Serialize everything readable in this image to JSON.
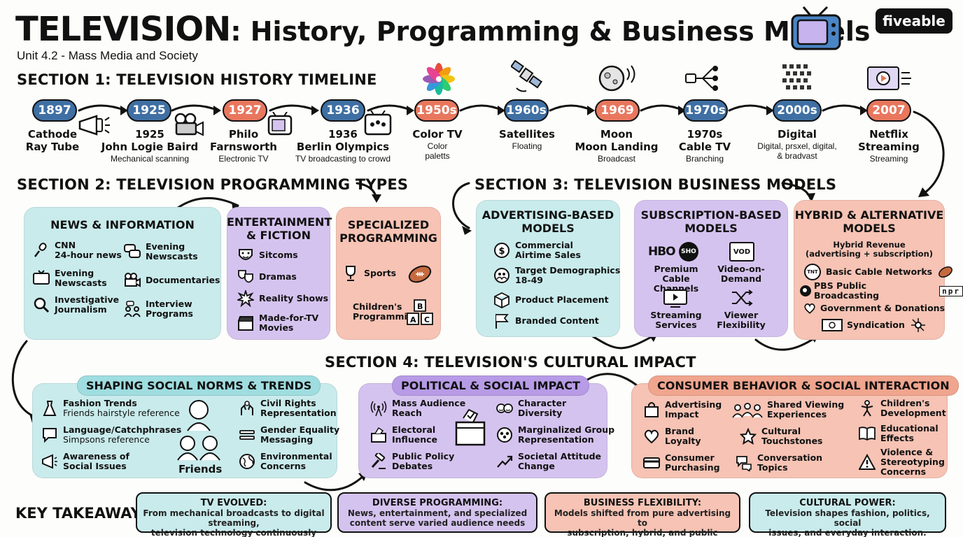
{
  "header": {
    "title_main": "TELEVISION",
    "title_rest": ": History, Programming & Business Models",
    "subtitle": "Unit 4.2 - Mass Media and Society",
    "brand": "fiveable"
  },
  "section1": {
    "heading": "SECTION 1: TELEVISION HISTORY TIMELINE",
    "timeline": [
      {
        "year": "1897",
        "title": "Cathode\nRay Tube",
        "sub": "",
        "color": "blue"
      },
      {
        "year": "1925",
        "title": "1925\nJohn Logie Baird",
        "sub": "Mechanical scanning",
        "color": "blue"
      },
      {
        "year": "1927",
        "title": "Philo\nFarnsworth",
        "sub": "Electronic TV",
        "color": "red"
      },
      {
        "year": "1936",
        "title": "1936\nBerlin Olympics",
        "sub": "TV broadcasting to crowd",
        "color": "blue"
      },
      {
        "year": "1950s",
        "title": "Color TV",
        "sub": "Color\npaletts",
        "color": "red"
      },
      {
        "year": "1960s",
        "title": "Satellites",
        "sub": "Floating",
        "color": "blue"
      },
      {
        "year": "1969",
        "title": "Moon\nMoon Landing",
        "sub": "Broadcast",
        "color": "red"
      },
      {
        "year": "1970s",
        "title": "1970s\nCable TV",
        "sub": "Branching",
        "color": "blue"
      },
      {
        "year": "2000s",
        "title": "Digital",
        "sub": "Digital, prsxel, digital,\n& bradvast",
        "color": "blue"
      },
      {
        "year": "2007",
        "title": "Netflix\nStreaming",
        "sub": "Streaming",
        "color": "red"
      }
    ]
  },
  "section2": {
    "heading": "SECTION 2: TELEVISION PROGRAMMING TYPES",
    "news": {
      "title": "NEWS & INFORMATION",
      "items": [
        "CNN\n24-hour news",
        "Evening\nNewscasts",
        "Evening\nNewscasts",
        "Documentaries",
        "Investigative\nJournalism",
        "Interview\nPrograms"
      ]
    },
    "entertainment": {
      "title": "ENTERTAINMENT\n& FICTION",
      "items": [
        "Sitcoms",
        "Dramas",
        "Reality Shows",
        "Made-for-TV\nMovies"
      ]
    },
    "specialized": {
      "title": "SPECIALIZED\nPROGRAMMING",
      "items": [
        "Sports",
        "Children's\nProgramming"
      ]
    }
  },
  "section3": {
    "heading": "SECTION 3: TELEVISION BUSINESS MODELS",
    "advertising": {
      "title": "ADVERTISING-BASED\nMODELS",
      "items": [
        "Commercial\nAirtime Sales",
        "Target Demographics\n18-49",
        "Product Placement",
        "Branded Content"
      ]
    },
    "subscription": {
      "title": "SUBSCRIPTION-BASED\nMODELS",
      "logos": [
        "HBO",
        "SHO",
        "VOD"
      ],
      "items": [
        "Premium Cable\nChannels",
        "Video-on-\nDemand",
        "Streaming\nServices",
        "Viewer\nFlexibility"
      ]
    },
    "hybrid": {
      "title": "HYBRID & ALTERNATIVE\nMODELS",
      "note": "Hybrid Revenue\n(advertising + subscription)",
      "items": [
        "Basic Cable Networks",
        "PBS Public Broadcasting",
        "Government & Donations",
        "Syndication"
      ],
      "logos": [
        "TNT",
        "npr"
      ]
    }
  },
  "section4": {
    "heading": "SECTION 4: TELEVISION'S CULTURAL IMPACT",
    "social": {
      "title": "SHAPING SOCIAL NORMS & TRENDS",
      "items": [
        "Fashion Trends",
        "Friends hairstyle reference",
        "Language/Catchphrases",
        "Simpsons reference",
        "Awareness of\nSocial Issues",
        "Friends",
        "Civil Rights\nRepresentation",
        "Gender Equality\nMessaging",
        "Environmental\nConcerns"
      ]
    },
    "political": {
      "title": "POLITICAL & SOCIAL IMPACT",
      "items": [
        "Mass Audience\nReach",
        "Electoral\nInfluence",
        "Public Policy\nDebates",
        "Character\nDiversity",
        "Marginalized Group\nRepresentation",
        "Societal Attitude\nChange"
      ]
    },
    "consumer": {
      "title": "CONSUMER BEHAVIOR & SOCIAL INTERACTION",
      "items": [
        "Advertising\nImpact",
        "Brand\nLoyalty",
        "Consumer\nPurchasing",
        "Shared Viewing\nExperiences",
        "Cultural\nTouchstones",
        "Conversation\nTopics",
        "Children's\nDevelopment",
        "Educational\nEffects",
        "Violence &\nStereotyping\nConcerns"
      ]
    }
  },
  "takeaways": {
    "heading": "KEY TAKEAWAYS",
    "items": [
      {
        "title": "TV EVOLVED:",
        "desc": "From mechanical broadcasts to digital streaming,\ntelevision technology continuously adapts"
      },
      {
        "title": "DIVERSE PROGRAMMING:",
        "desc": "News, entertainment, and specialized\ncontent serve varied audience needs"
      },
      {
        "title": "BUSINESS FLEXIBILITY:",
        "desc": "Models shifted from pure advertising to\nsubscription, hybrid, and public funding"
      },
      {
        "title": "CULTURAL POWER:",
        "desc": "Television shapes fashion, politics, social\nissues, and everyday interaction."
      }
    ]
  },
  "colors": {
    "cyan": "#c9ebec",
    "purple": "#d5c3ef",
    "salmon": "#f6c3b4",
    "pill_blue": "#3f6fa3",
    "pill_red": "#e8775e"
  }
}
